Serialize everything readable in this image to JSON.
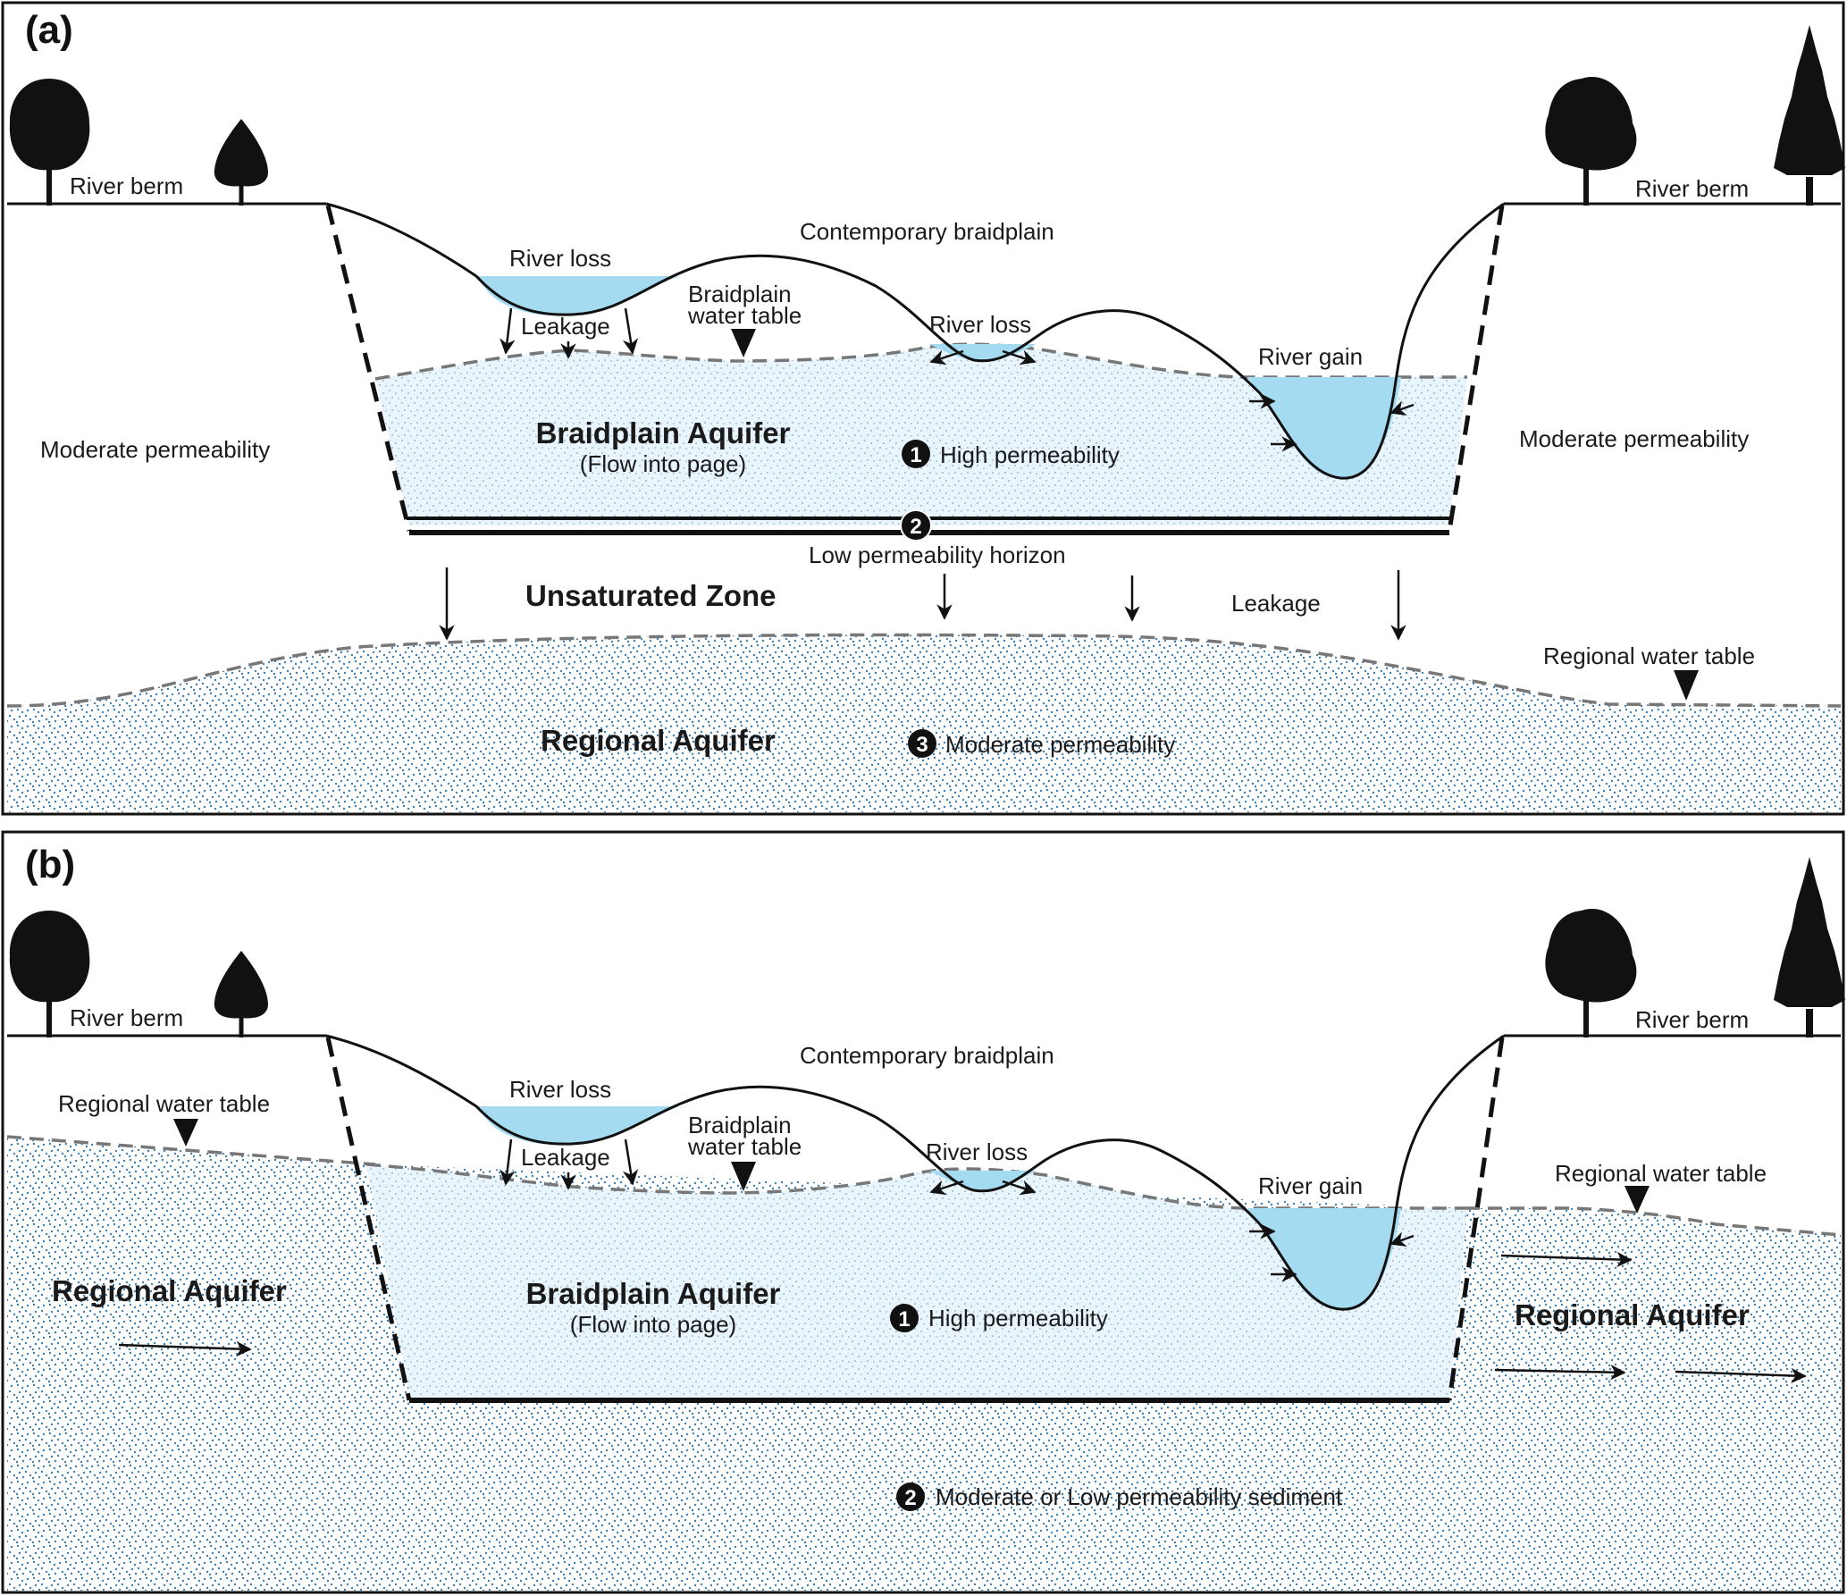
{
  "figure": {
    "colors": {
      "river_water": "#a5dbf0",
      "braidplain_aquifer_fill": "#e8f5fc",
      "regional_aquifer_dots": "#3f7fb0",
      "line": "#111111",
      "water_table_dash": "#777777"
    },
    "panel_a": {
      "label": "(a)",
      "berm_left": "River berm",
      "berm_right": "River berm",
      "contemporary": "Contemporary braidplain",
      "river_loss_1": "River loss",
      "leakage_top": "Leakage",
      "braidplain_wt_line1": "Braidplain",
      "braidplain_wt_line2": "water table",
      "river_loss_2": "River loss",
      "river_gain": "River gain",
      "mod_perm_left": "Moderate permeability",
      "mod_perm_right": "Moderate permeability",
      "braidplain_aquifer": "Braidplain Aquifer",
      "flow_into_page": "(Flow into page)",
      "num1": "1",
      "high_perm": "High permeability",
      "num2": "2",
      "low_perm_horizon": "Low permeability horizon",
      "unsaturated_zone": "Unsaturated Zone",
      "leakage_bottom": "Leakage",
      "regional_wt": "Regional water table",
      "regional_aquifer": "Regional Aquifer",
      "num3": "3",
      "mod_perm_regional": "Moderate permeability"
    },
    "panel_b": {
      "label": "(b)",
      "berm_left": "River berm",
      "berm_right": "River berm",
      "contemporary": "Contemporary braidplain",
      "regional_wt_left": "Regional water table",
      "river_loss_1": "River loss",
      "leakage_top": "Leakage",
      "braidplain_wt_line1": "Braidplain",
      "braidplain_wt_line2": "water table",
      "river_loss_2": "River loss",
      "river_gain": "River gain",
      "regional_wt_right": "Regional water table",
      "regional_aquifer_left": "Regional Aquifer",
      "regional_aquifer_right": "Regional Aquifer",
      "braidplain_aquifer": "Braidplain Aquifer",
      "flow_into_page": "(Flow into page)",
      "num1": "1",
      "high_perm": "High permeability",
      "num2": "2",
      "mod_low_perm": "Moderate or Low permeability sediment"
    }
  }
}
